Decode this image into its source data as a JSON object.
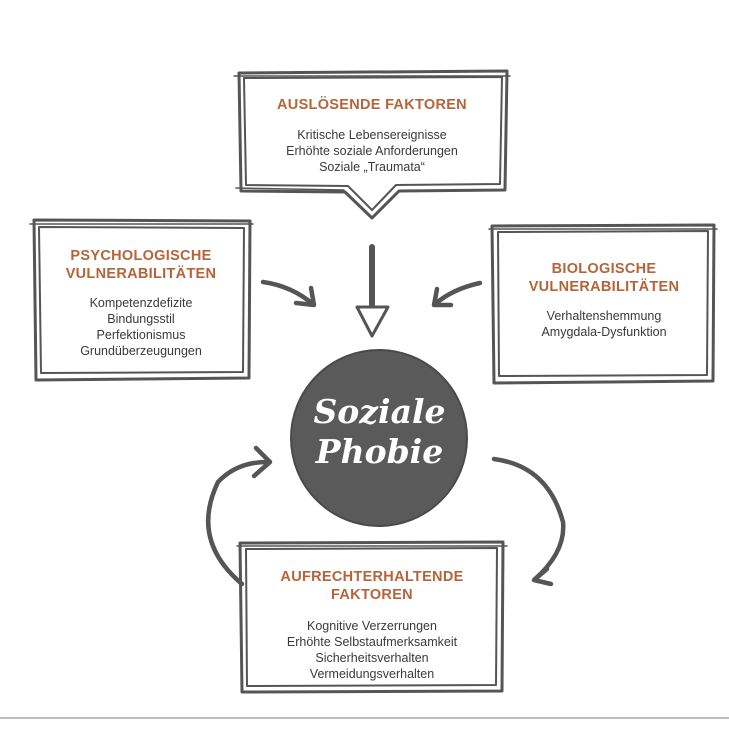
{
  "triggers": {
    "title": "AUSLÖSENDE FAKTOREN",
    "items": [
      "Kritische Lebensereignisse",
      "Erhöhte soziale Anforderungen",
      "Soziale „Traumata“"
    ]
  },
  "psychological": {
    "title_line1": "PSYCHOLOGISCHE",
    "title_line2": "VULNERABILITÄTEN",
    "items": [
      "Kompetenzdefizite",
      "Bindungsstil",
      "Perfektionismus",
      "Grundüberzeugungen"
    ]
  },
  "biological": {
    "title_line1": "BIOLOGISCHE",
    "title_line2": "VULNERABILITÄTEN",
    "items": [
      "Verhaltenshemmung",
      "Amygdala-Dysfunktion"
    ]
  },
  "maintaining": {
    "title_line1": "AUFRECHTERHALTENDE",
    "title_line2": "FAKTOREN",
    "items": [
      "Kognitive Verzerrungen",
      "Erhöhte Selbstaufmerksamkeit",
      "Sicherheitsverhalten",
      "Vermeidungsverhalten"
    ]
  },
  "center": {
    "line1": "Soziale",
    "line2": "Phobie"
  },
  "colors": {
    "accent": "#b5643a",
    "stroke": "#555555",
    "circle": "#5a5a5a"
  }
}
